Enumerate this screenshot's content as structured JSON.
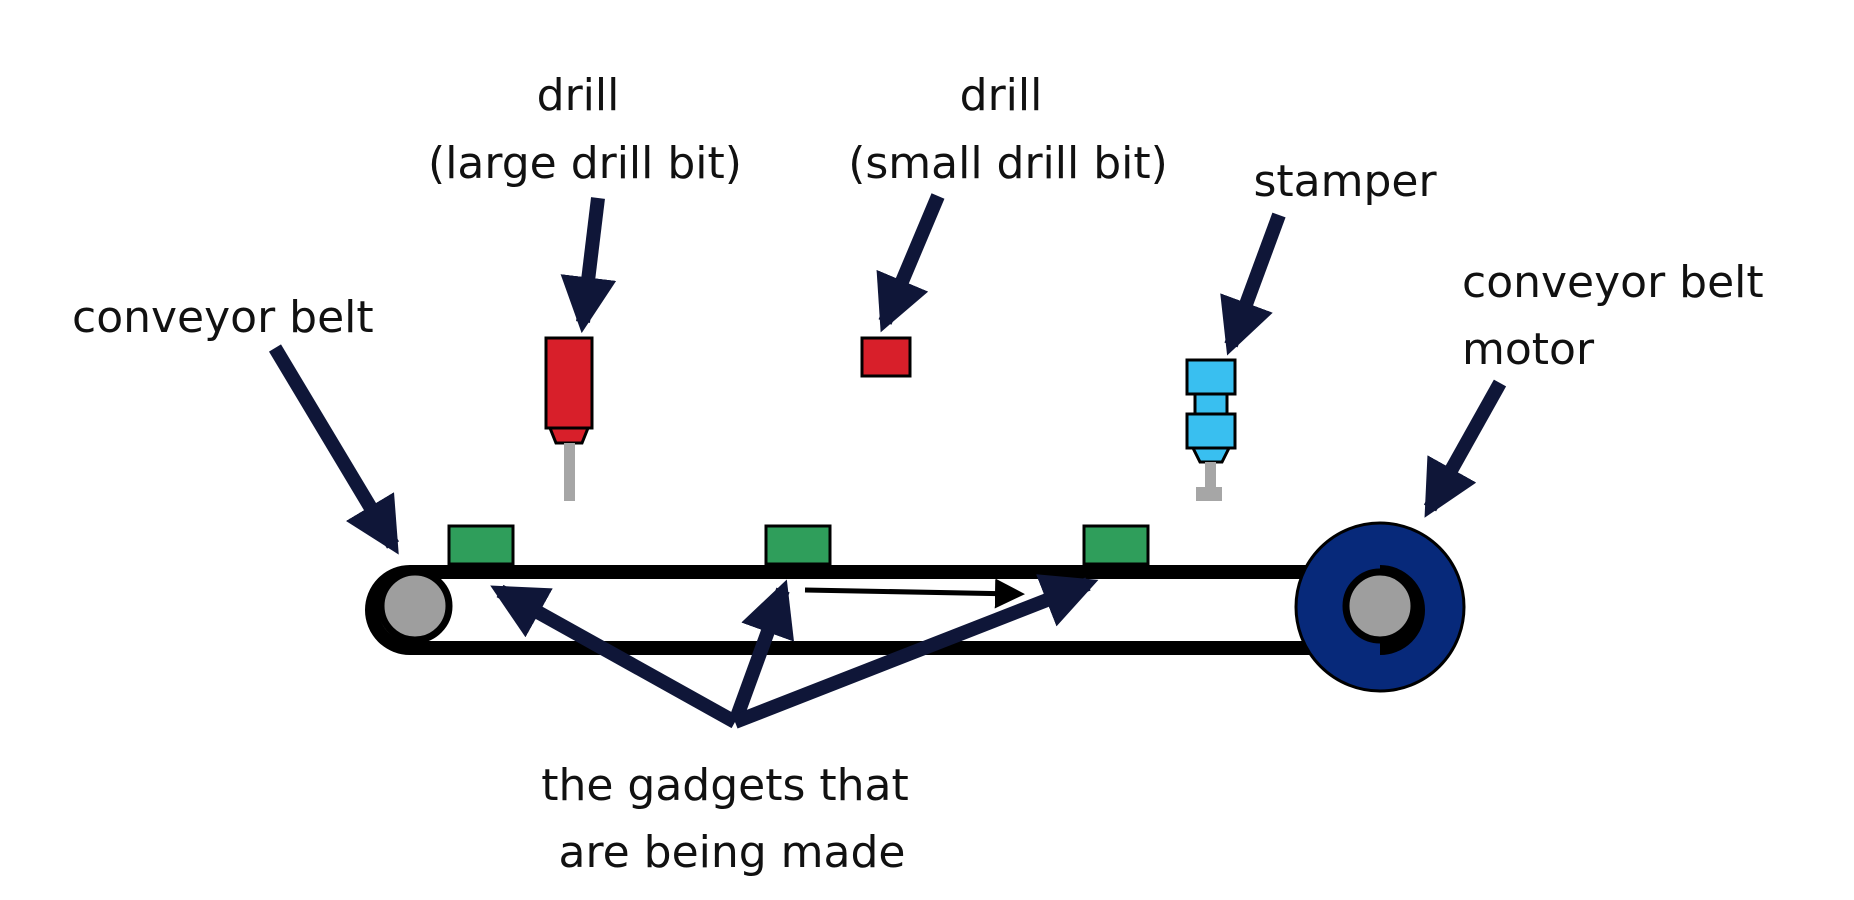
{
  "labels": {
    "drill_large": [
      "drill",
      "(large drill bit)"
    ],
    "drill_small": [
      "drill",
      "(small drill bit)"
    ],
    "stamper": "stamper",
    "conveyor_belt": "conveyor belt",
    "motor": [
      "conveyor belt",
      "motor"
    ],
    "gadgets": [
      "the gadgets that",
      "are being made"
    ]
  },
  "colors": {
    "arrow": "#0f1638",
    "belt": "#000000",
    "roller": "#9e9e9e",
    "motor": "#07297a",
    "gadget": "#2f9e5b",
    "drill": "#d81f2a",
    "stamper": "#39bff0",
    "drill_bit": "#a6a6a6"
  }
}
